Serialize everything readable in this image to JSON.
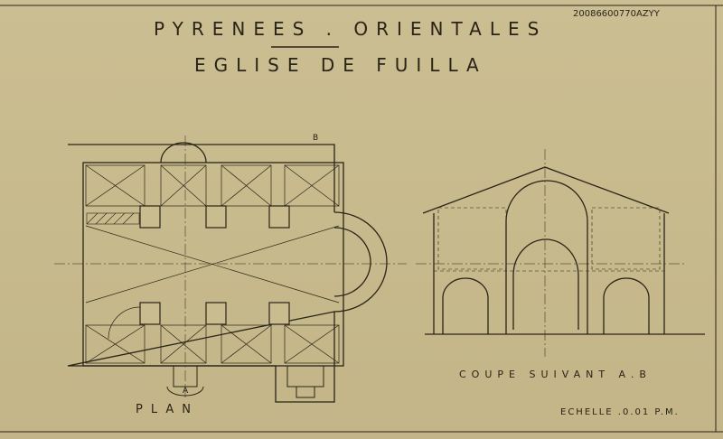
{
  "title": {
    "region": "PYRENEES . ORIENTALES",
    "subject": "EGLISE DE FUILLA"
  },
  "reference_code": "20086600770AZYY",
  "plan": {
    "label": "PLAN",
    "section_marker_a": "A",
    "section_marker_b": "B"
  },
  "section": {
    "label": "COUPE SUIVANT A.B"
  },
  "scale": {
    "label": "ECHELLE .0.01 P.M."
  },
  "colors": {
    "paper": "#c9bc8f",
    "ink": "#2a2418"
  }
}
